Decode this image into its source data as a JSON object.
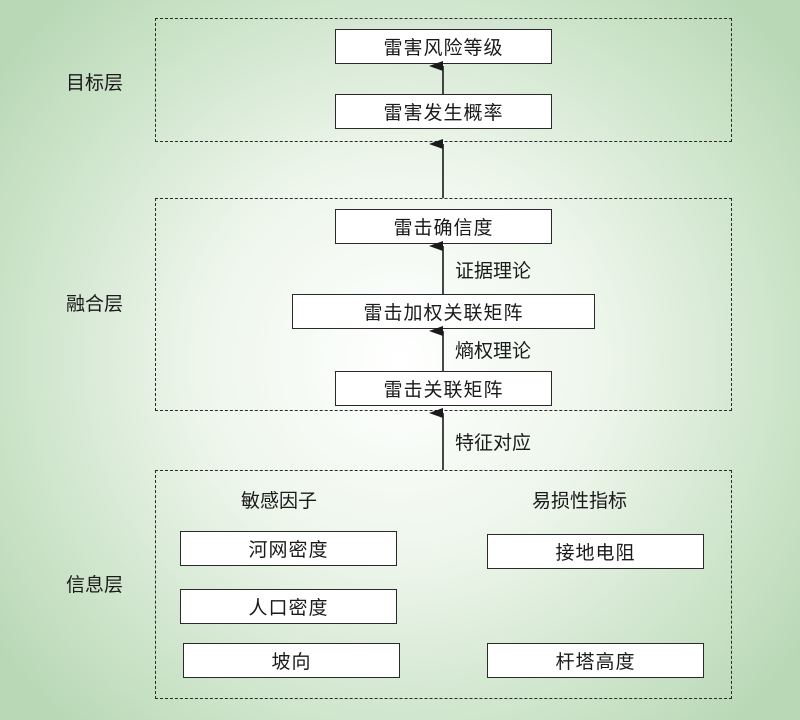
{
  "layers": {
    "target": "目标层",
    "fusion": "融合层",
    "info": "信息层"
  },
  "nodes": {
    "risk_level": "雷害风险等级",
    "probability": "雷害发生概率",
    "confidence": "雷击确信度",
    "weighted_matrix": "雷击加权关联矩阵",
    "matrix": "雷击关联矩阵",
    "river_density": "河网密度",
    "population_density": "人口密度",
    "slope_aspect": "坡向",
    "ground_resistance": "接地电阻",
    "tower_height": "杆塔高度"
  },
  "edges": {
    "evidence_theory": "证据理论",
    "entropy_weight": "熵权理论",
    "feature_mapping": "特征对应"
  },
  "groups": {
    "sensitive_factors": "敏感因子",
    "vulnerability_indicators": "易损性指标"
  },
  "colors": {
    "background_center": "#ffffff",
    "background_edge": "#b9d9b6",
    "stroke": "#2a2a2a",
    "node_fill": "#ffffff"
  }
}
